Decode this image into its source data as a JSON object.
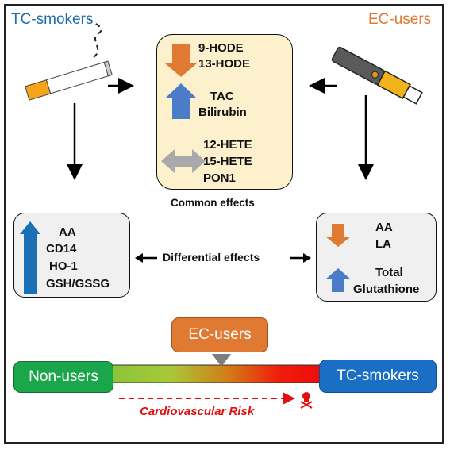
{
  "groups": {
    "tc_label": "TC-smokers",
    "ec_label": "EC-users",
    "tc_color": "#1f6fad",
    "ec_color": "#e07a33"
  },
  "common": {
    "down": [
      "9-HODE",
      "13-HODE"
    ],
    "up": [
      "TAC",
      "Bilirubin"
    ],
    "unchanged": [
      "12-HETE",
      "15-HETE",
      "PON1"
    ],
    "caption": "Common effects"
  },
  "tc_box": {
    "up": [
      "AA",
      "CD14",
      "HO-1",
      "GSH/GSSG"
    ]
  },
  "ec_box": {
    "down": [
      "AA",
      "LA"
    ],
    "up": [
      "Total",
      "Glutathione"
    ]
  },
  "differential_label": "Differential effects",
  "scale": {
    "left_label": "Non-users",
    "right_label": "TC-smokers",
    "marker_label": "EC-users",
    "risk_label": "Cardiovascular Risk",
    "left_color": "#1aa64a",
    "right_color": "#1a6fc4",
    "marker_color": "#e07a33",
    "risk_color": "#e01010"
  },
  "colors": {
    "up_arrow": "#4a7cc7",
    "down_arrow": "#e07a33",
    "neutral_arrow": "#a9a9a9",
    "tc_up_arrow": "#1b6fb5"
  }
}
